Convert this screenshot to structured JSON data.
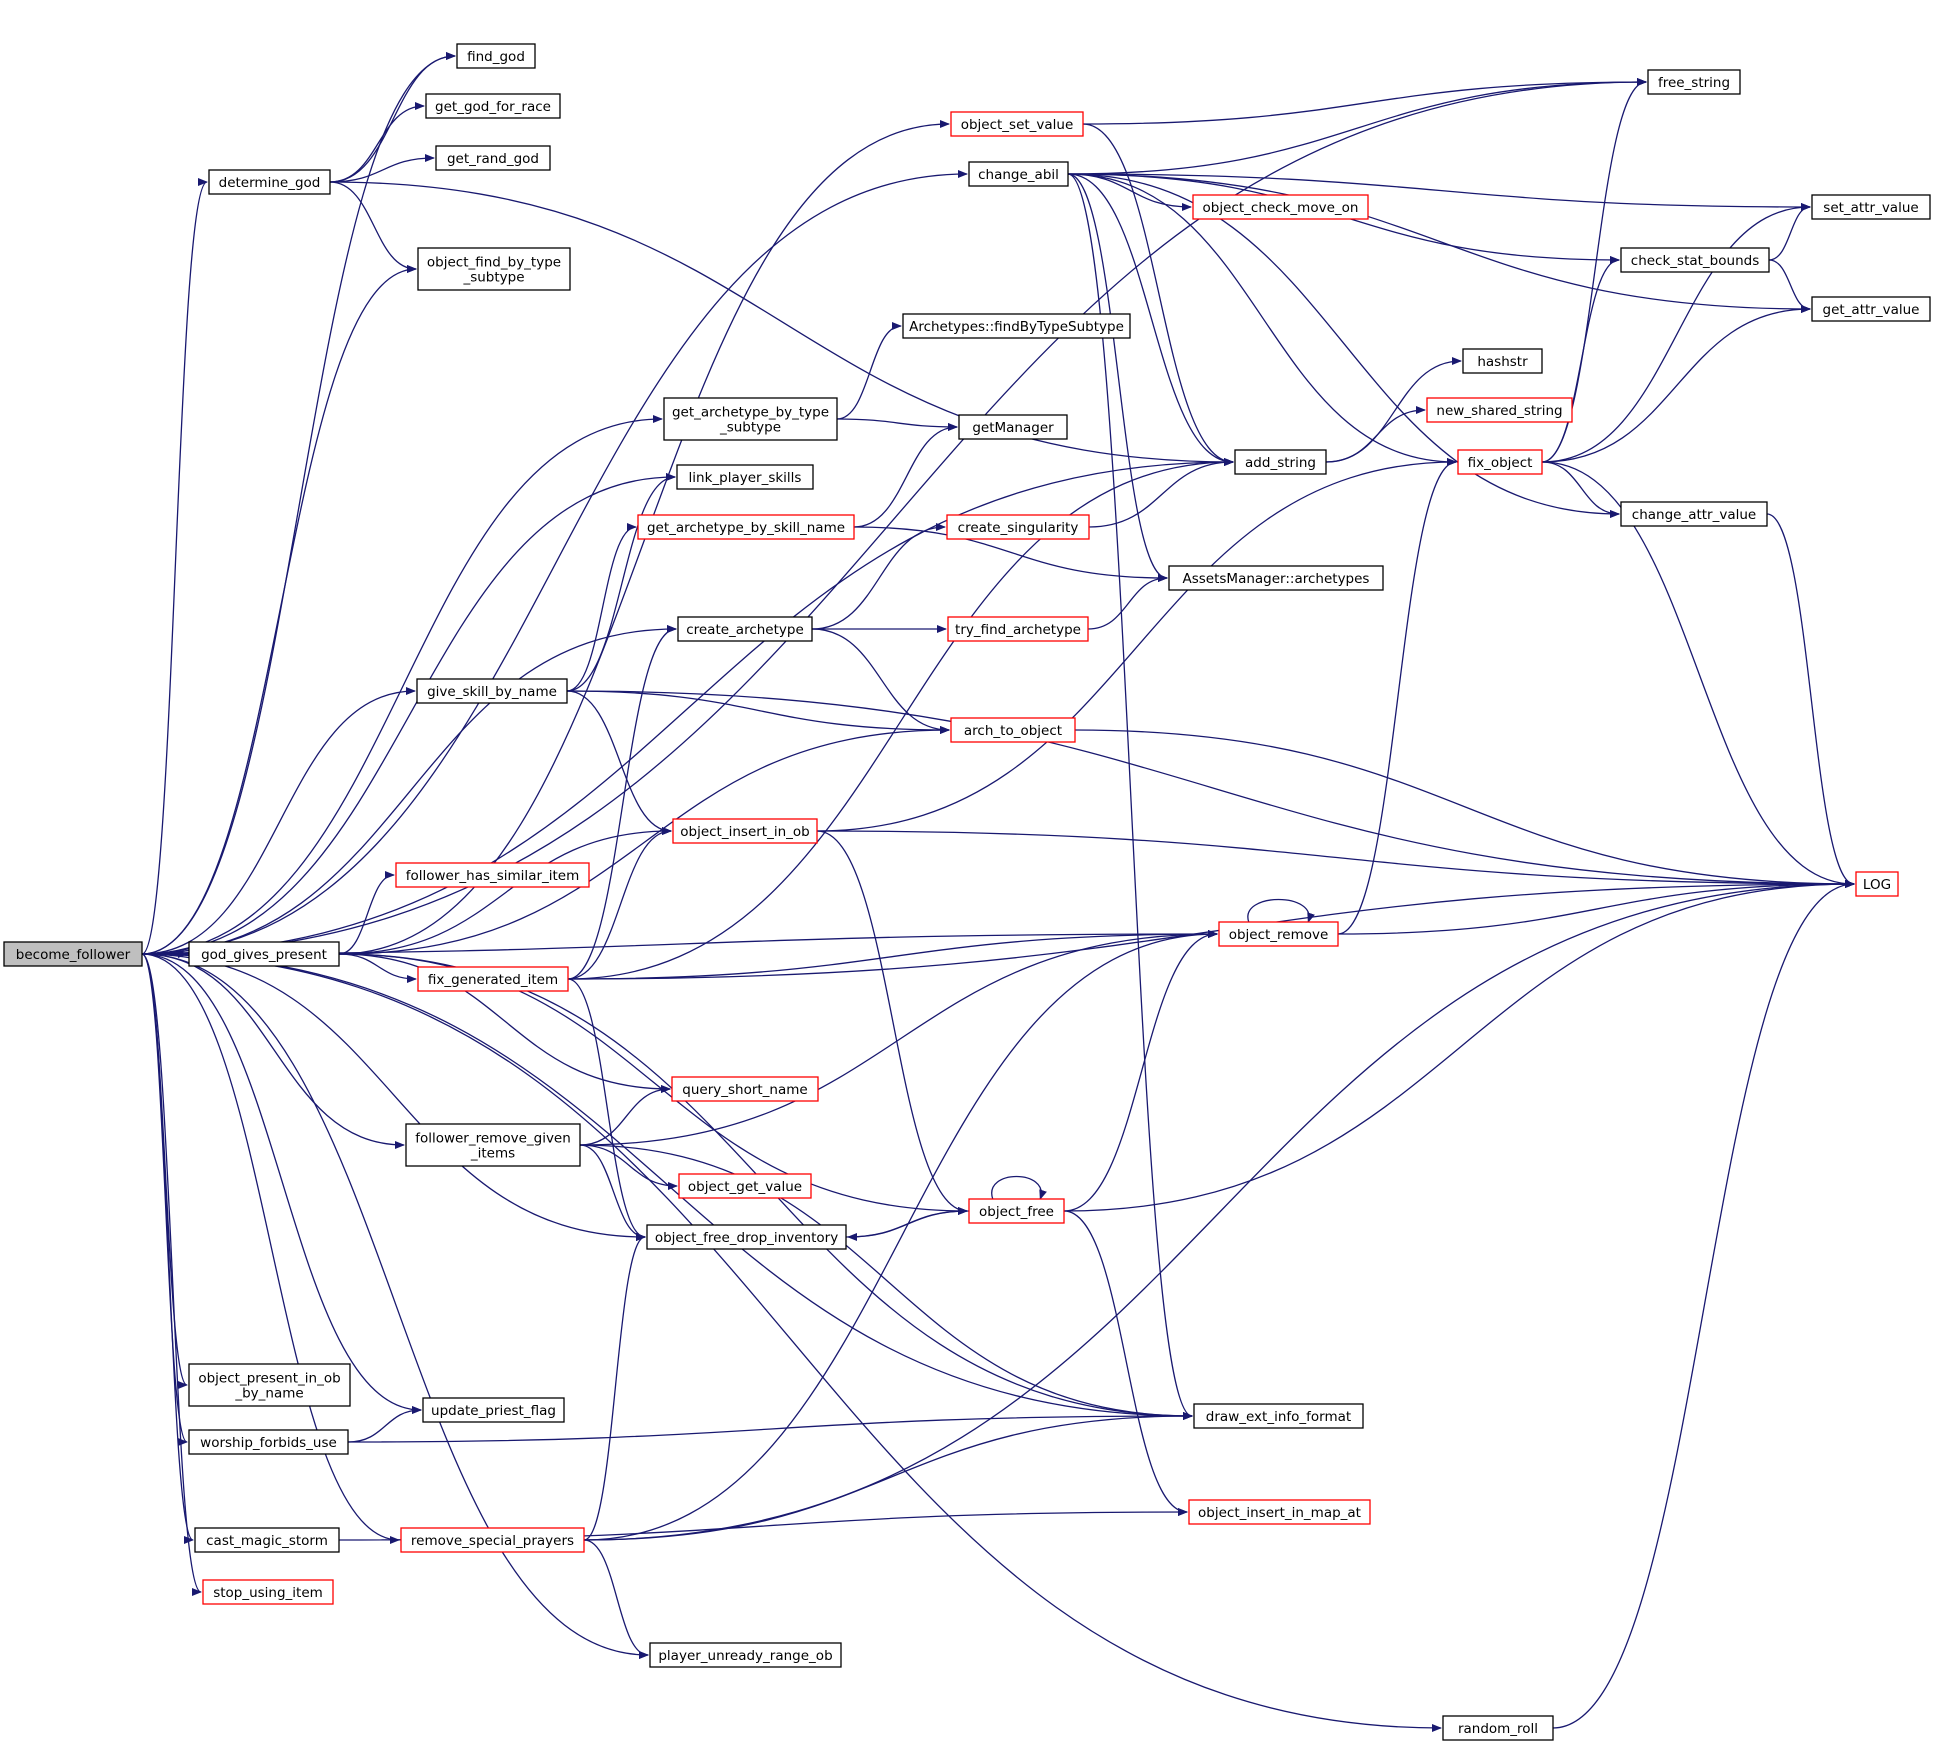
{
  "diagram": {
    "type": "call-graph",
    "colors": {
      "edge": "#191970",
      "root_fill": "#bfbfbf",
      "normal_border": "#000000",
      "truncated_border": "#ff0000"
    },
    "nodes": [
      {
        "id": "become_follower",
        "lines": [
          "become_follower"
        ],
        "style": "root"
      },
      {
        "id": "find_god",
        "lines": [
          "find_god"
        ],
        "style": "normal"
      },
      {
        "id": "get_god_for_race",
        "lines": [
          "get_god_for_race"
        ],
        "style": "normal"
      },
      {
        "id": "get_rand_god",
        "lines": [
          "get_rand_god"
        ],
        "style": "normal"
      },
      {
        "id": "determine_god",
        "lines": [
          "determine_god"
        ],
        "style": "normal"
      },
      {
        "id": "object_find_by_type_subtype",
        "lines": [
          "object_find_by_type",
          "_subtype"
        ],
        "style": "normal"
      },
      {
        "id": "free_string",
        "lines": [
          "free_string"
        ],
        "style": "normal"
      },
      {
        "id": "object_set_value",
        "lines": [
          "object_set_value"
        ],
        "style": "truncated"
      },
      {
        "id": "change_abil",
        "lines": [
          "change_abil"
        ],
        "style": "normal"
      },
      {
        "id": "object_check_move_on",
        "lines": [
          "object_check_move_on"
        ],
        "style": "truncated"
      },
      {
        "id": "set_attr_value",
        "lines": [
          "set_attr_value"
        ],
        "style": "normal"
      },
      {
        "id": "check_stat_bounds",
        "lines": [
          "check_stat_bounds"
        ],
        "style": "normal"
      },
      {
        "id": "get_attr_value",
        "lines": [
          "get_attr_value"
        ],
        "style": "normal"
      },
      {
        "id": "archetypes_findbytypesubtype",
        "lines": [
          "Archetypes::findByTypeSubtype"
        ],
        "style": "normal"
      },
      {
        "id": "hashstr",
        "lines": [
          "hashstr"
        ],
        "style": "normal"
      },
      {
        "id": "get_archetype_by_type_subtype",
        "lines": [
          "get_archetype_by_type",
          "_subtype"
        ],
        "style": "normal"
      },
      {
        "id": "getmanager",
        "lines": [
          "getManager"
        ],
        "style": "normal"
      },
      {
        "id": "new_shared_string",
        "lines": [
          "new_shared_string"
        ],
        "style": "truncated"
      },
      {
        "id": "link_player_skills",
        "lines": [
          "link_player_skills"
        ],
        "style": "normal"
      },
      {
        "id": "add_string",
        "lines": [
          "add_string"
        ],
        "style": "normal"
      },
      {
        "id": "fix_object",
        "lines": [
          "fix_object"
        ],
        "style": "truncated"
      },
      {
        "id": "change_attr_value",
        "lines": [
          "change_attr_value"
        ],
        "style": "normal"
      },
      {
        "id": "get_archetype_by_skill_name",
        "lines": [
          "get_archetype_by_skill_name"
        ],
        "style": "truncated"
      },
      {
        "id": "create_singularity",
        "lines": [
          "create_singularity"
        ],
        "style": "truncated"
      },
      {
        "id": "assetsmanager_archetypes",
        "lines": [
          "AssetsManager::archetypes"
        ],
        "style": "normal"
      },
      {
        "id": "create_archetype",
        "lines": [
          "create_archetype"
        ],
        "style": "normal"
      },
      {
        "id": "try_find_archetype",
        "lines": [
          "try_find_archetype"
        ],
        "style": "truncated"
      },
      {
        "id": "give_skill_by_name",
        "lines": [
          "give_skill_by_name"
        ],
        "style": "normal"
      },
      {
        "id": "arch_to_object",
        "lines": [
          "arch_to_object"
        ],
        "style": "truncated"
      },
      {
        "id": "object_insert_in_ob",
        "lines": [
          "object_insert_in_ob"
        ],
        "style": "truncated"
      },
      {
        "id": "follower_has_similar_item",
        "lines": [
          "follower_has_similar_item"
        ],
        "style": "truncated"
      },
      {
        "id": "log",
        "lines": [
          "LOG"
        ],
        "style": "truncated"
      },
      {
        "id": "object_remove",
        "lines": [
          "object_remove"
        ],
        "style": "truncated"
      },
      {
        "id": "god_gives_present",
        "lines": [
          "god_gives_present"
        ],
        "style": "normal"
      },
      {
        "id": "fix_generated_item",
        "lines": [
          "fix_generated_item"
        ],
        "style": "truncated"
      },
      {
        "id": "query_short_name",
        "lines": [
          "query_short_name"
        ],
        "style": "truncated"
      },
      {
        "id": "follower_remove_given_items",
        "lines": [
          "follower_remove_given",
          "_items"
        ],
        "style": "normal"
      },
      {
        "id": "object_get_value",
        "lines": [
          "object_get_value"
        ],
        "style": "truncated"
      },
      {
        "id": "object_free",
        "lines": [
          "object_free"
        ],
        "style": "truncated"
      },
      {
        "id": "object_free_drop_inventory",
        "lines": [
          "object_free_drop_inventory"
        ],
        "style": "normal"
      },
      {
        "id": "object_present_in_ob_by_name",
        "lines": [
          "object_present_in_ob",
          "_by_name"
        ],
        "style": "normal"
      },
      {
        "id": "update_priest_flag",
        "lines": [
          "update_priest_flag"
        ],
        "style": "normal"
      },
      {
        "id": "draw_ext_info_format",
        "lines": [
          "draw_ext_info_format"
        ],
        "style": "normal"
      },
      {
        "id": "worship_forbids_use",
        "lines": [
          "worship_forbids_use"
        ],
        "style": "normal"
      },
      {
        "id": "cast_magic_storm",
        "lines": [
          "cast_magic_storm"
        ],
        "style": "normal"
      },
      {
        "id": "remove_special_prayers",
        "lines": [
          "remove_special_prayers"
        ],
        "style": "truncated"
      },
      {
        "id": "object_insert_in_map_at",
        "lines": [
          "object_insert_in_map_at"
        ],
        "style": "truncated"
      },
      {
        "id": "stop_using_item",
        "lines": [
          "stop_using_item"
        ],
        "style": "truncated"
      },
      {
        "id": "player_unready_range_ob",
        "lines": [
          "player_unready_range_ob"
        ],
        "style": "normal"
      },
      {
        "id": "random_roll",
        "lines": [
          "random_roll"
        ],
        "style": "normal"
      }
    ],
    "edges": [
      [
        "become_follower",
        "find_god"
      ],
      [
        "become_follower",
        "free_string"
      ],
      [
        "become_follower",
        "determine_god"
      ],
      [
        "become_follower",
        "object_find_by_type_subtype"
      ],
      [
        "become_follower",
        "add_string"
      ],
      [
        "become_follower",
        "change_abil"
      ],
      [
        "become_follower",
        "get_archetype_by_type_subtype"
      ],
      [
        "become_follower",
        "link_player_skills"
      ],
      [
        "become_follower",
        "create_archetype"
      ],
      [
        "become_follower",
        "give_skill_by_name"
      ],
      [
        "become_follower",
        "object_remove"
      ],
      [
        "become_follower",
        "god_gives_present"
      ],
      [
        "become_follower",
        "follower_remove_given_items"
      ],
      [
        "become_follower",
        "object_free_drop_inventory"
      ],
      [
        "become_follower",
        "draw_ext_info_format"
      ],
      [
        "become_follower",
        "update_priest_flag"
      ],
      [
        "become_follower",
        "object_present_in_ob_by_name"
      ],
      [
        "become_follower",
        "worship_forbids_use"
      ],
      [
        "become_follower",
        "cast_magic_storm"
      ],
      [
        "become_follower",
        "stop_using_item"
      ],
      [
        "become_follower",
        "remove_special_prayers"
      ],
      [
        "become_follower",
        "player_unready_range_ob"
      ],
      [
        "become_follower",
        "random_roll"
      ],
      [
        "determine_god",
        "find_god"
      ],
      [
        "determine_god",
        "get_god_for_race"
      ],
      [
        "determine_god",
        "get_rand_god"
      ],
      [
        "determine_god",
        "object_find_by_type_subtype"
      ],
      [
        "determine_god",
        "add_string"
      ],
      [
        "object_set_value",
        "free_string"
      ],
      [
        "object_set_value",
        "add_string"
      ],
      [
        "change_abil",
        "free_string"
      ],
      [
        "change_abil",
        "set_attr_value"
      ],
      [
        "change_abil",
        "object_check_move_on"
      ],
      [
        "change_abil",
        "check_stat_bounds"
      ],
      [
        "change_abil",
        "get_attr_value"
      ],
      [
        "change_abil",
        "add_string"
      ],
      [
        "change_abil",
        "fix_object"
      ],
      [
        "change_abil",
        "change_attr_value"
      ],
      [
        "change_abil",
        "assetsmanager_archetypes"
      ],
      [
        "change_abil",
        "draw_ext_info_format"
      ],
      [
        "check_stat_bounds",
        "set_attr_value"
      ],
      [
        "check_stat_bounds",
        "get_attr_value"
      ],
      [
        "get_archetype_by_type_subtype",
        "archetypes_findbytypesubtype"
      ],
      [
        "get_archetype_by_type_subtype",
        "getmanager"
      ],
      [
        "add_string",
        "hashstr"
      ],
      [
        "add_string",
        "new_shared_string"
      ],
      [
        "fix_object",
        "free_string"
      ],
      [
        "fix_object",
        "set_attr_value"
      ],
      [
        "fix_object",
        "check_stat_bounds"
      ],
      [
        "fix_object",
        "get_attr_value"
      ],
      [
        "fix_object",
        "change_attr_value"
      ],
      [
        "fix_object",
        "log"
      ],
      [
        "change_attr_value",
        "log"
      ],
      [
        "get_archetype_by_skill_name",
        "getmanager"
      ],
      [
        "get_archetype_by_skill_name",
        "assetsmanager_archetypes"
      ],
      [
        "create_singularity",
        "add_string"
      ],
      [
        "create_archetype",
        "create_singularity"
      ],
      [
        "create_archetype",
        "try_find_archetype"
      ],
      [
        "create_archetype",
        "arch_to_object"
      ],
      [
        "try_find_archetype",
        "assetsmanager_archetypes"
      ],
      [
        "give_skill_by_name",
        "link_player_skills"
      ],
      [
        "give_skill_by_name",
        "get_archetype_by_skill_name"
      ],
      [
        "give_skill_by_name",
        "arch_to_object"
      ],
      [
        "give_skill_by_name",
        "object_insert_in_ob"
      ],
      [
        "give_skill_by_name",
        "log"
      ],
      [
        "arch_to_object",
        "log"
      ],
      [
        "object_insert_in_ob",
        "fix_object"
      ],
      [
        "object_insert_in_ob",
        "log"
      ],
      [
        "object_insert_in_ob",
        "object_free"
      ],
      [
        "object_remove",
        "object_remove"
      ],
      [
        "object_remove",
        "fix_object"
      ],
      [
        "object_remove",
        "log"
      ],
      [
        "god_gives_present",
        "object_set_value"
      ],
      [
        "god_gives_present",
        "arch_to_object"
      ],
      [
        "god_gives_present",
        "follower_has_similar_item"
      ],
      [
        "god_gives_present",
        "object_insert_in_ob"
      ],
      [
        "god_gives_present",
        "fix_generated_item"
      ],
      [
        "god_gives_present",
        "query_short_name"
      ],
      [
        "god_gives_present",
        "object_free"
      ],
      [
        "god_gives_present",
        "draw_ext_info_format"
      ],
      [
        "fix_generated_item",
        "add_string"
      ],
      [
        "fix_generated_item",
        "create_archetype"
      ],
      [
        "fix_generated_item",
        "object_insert_in_ob"
      ],
      [
        "fix_generated_item",
        "object_remove"
      ],
      [
        "fix_generated_item",
        "log"
      ],
      [
        "fix_generated_item",
        "object_free_drop_inventory"
      ],
      [
        "follower_remove_given_items",
        "query_short_name"
      ],
      [
        "follower_remove_given_items",
        "object_remove"
      ],
      [
        "follower_remove_given_items",
        "object_get_value"
      ],
      [
        "follower_remove_given_items",
        "object_free_drop_inventory"
      ],
      [
        "follower_remove_given_items",
        "draw_ext_info_format"
      ],
      [
        "object_free",
        "object_free"
      ],
      [
        "object_free",
        "object_remove"
      ],
      [
        "object_free",
        "log"
      ],
      [
        "object_free",
        "object_free_drop_inventory"
      ],
      [
        "object_free",
        "object_insert_in_map_at"
      ],
      [
        "object_free_drop_inventory",
        "object_free"
      ],
      [
        "worship_forbids_use",
        "update_priest_flag"
      ],
      [
        "worship_forbids_use",
        "draw_ext_info_format"
      ],
      [
        "remove_special_prayers",
        "object_free_drop_inventory"
      ],
      [
        "remove_special_prayers",
        "object_remove"
      ],
      [
        "remove_special_prayers",
        "draw_ext_info_format"
      ],
      [
        "remove_special_prayers",
        "log"
      ],
      [
        "remove_special_prayers",
        "player_unready_range_ob"
      ],
      [
        "cast_magic_storm",
        "object_insert_in_map_at"
      ],
      [
        "random_roll",
        "log"
      ]
    ]
  }
}
